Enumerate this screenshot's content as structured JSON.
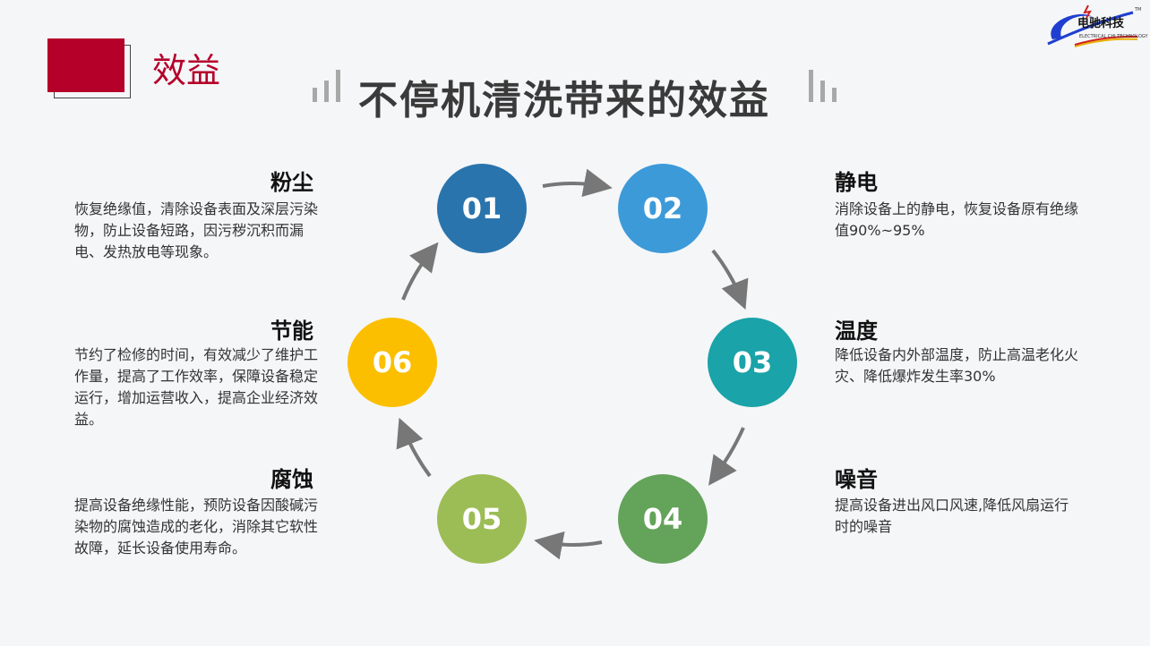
{
  "section_label": "效益",
  "title": "不停机清洗带来的效益",
  "logo": {
    "text": "电驰科技",
    "subtext": "ELECTRICAL CHI TECHNOLOGY",
    "tm": "TM"
  },
  "colors": {
    "accent": "#b5002a",
    "c01": "#2a74ad",
    "c02": "#3d9ad8",
    "c03": "#1aa3a8",
    "c04": "#64a35a",
    "c05": "#9cbc55",
    "c06": "#fbbf00"
  },
  "steps": [
    {
      "num": "01",
      "title": "粉尘",
      "desc": "恢复绝缘值，清除设备表面及深层污染物，防止设备短路，因污秽沉积而漏电、发热放电等现象。"
    },
    {
      "num": "02",
      "title": "静电",
      "desc": "消除设备上的静电，恢复设备原有绝缘值90%~95%"
    },
    {
      "num": "03",
      "title": "温度",
      "desc": "降低设备内外部温度，防止高温老化火灾、降低爆炸发生率30%"
    },
    {
      "num": "04",
      "title": "噪音",
      "desc": "提高设备进出风口风速,降低风扇运行时的噪音"
    },
    {
      "num": "05",
      "title": "腐蚀",
      "desc": "提高设备绝缘性能，预防设备因酸碱污染物的腐蚀造成的老化，消除其它软性故障，延长设备使用寿命。"
    },
    {
      "num": "06",
      "title": "节能",
      "desc": "节约了检修的时间，有效减少了维护工作量，提高了工作效率，保障设备稳定运行，增加运营收入，提高企业经济效益。"
    }
  ]
}
